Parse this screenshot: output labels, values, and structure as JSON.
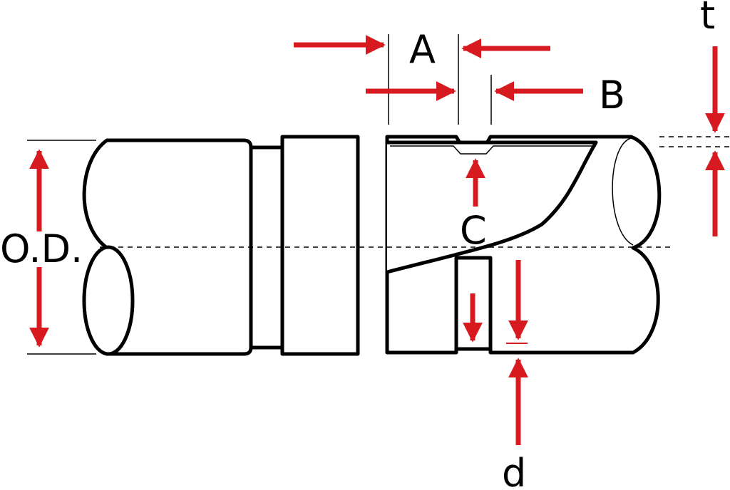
{
  "diagram": {
    "labels": {
      "od": "O.D.",
      "a": "A",
      "b": "B",
      "c": "C",
      "d": "d",
      "t": "t"
    },
    "colors": {
      "arrow": "#d71920",
      "outline": "#000000",
      "background": "#ffffff"
    }
  }
}
